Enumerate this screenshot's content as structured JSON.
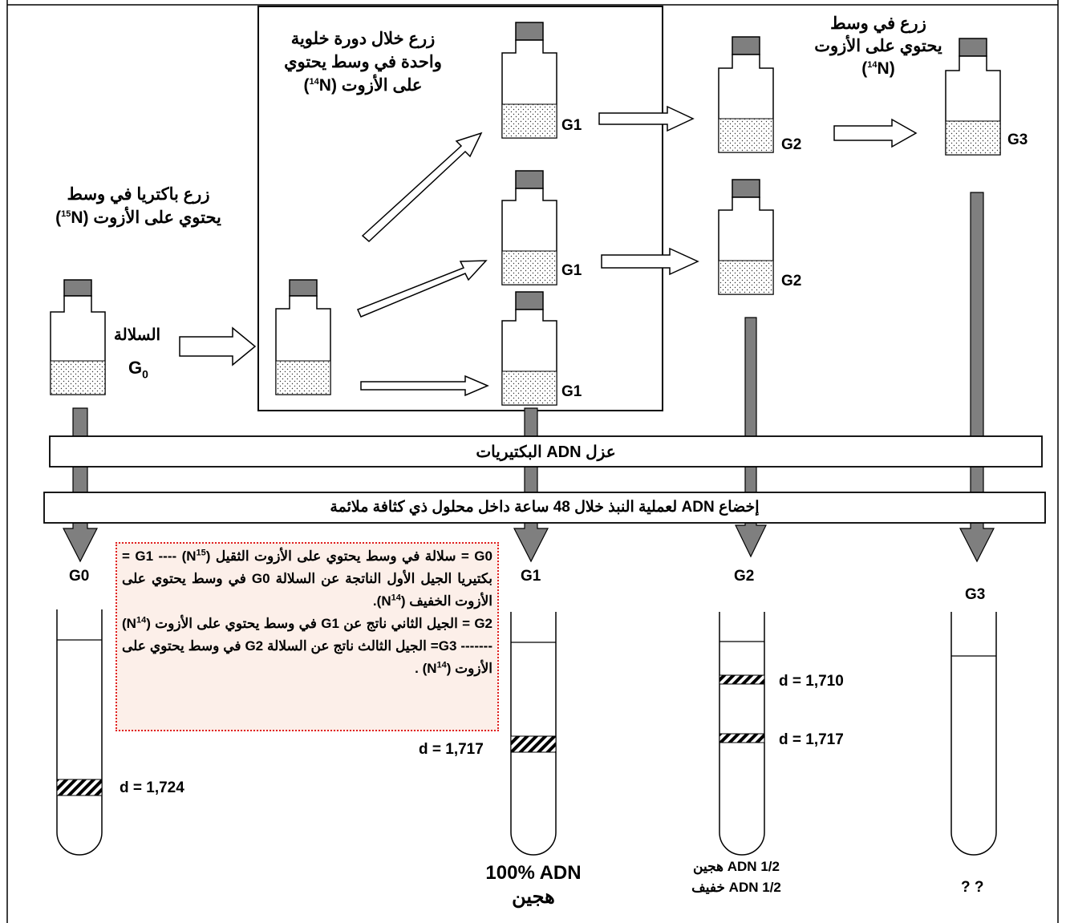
{
  "captions": {
    "start": {
      "line1": "زرع باكتريا في وسط",
      "line2_text": "يحتوي على الأزوت",
      "isotope": "15",
      "element": "N"
    },
    "one_cycle": {
      "line1": "زرع خلال دورة خلوية",
      "line2": "واحدة في وسط يحتوي",
      "line3_text": "على الأزوت",
      "isotope": "14",
      "element": "N"
    },
    "second": {
      "line1": "زرع في وسط",
      "line2": "يحتوي على الأزوت",
      "isotope": "14",
      "element": "N"
    },
    "strain": "السلالة",
    "g0_sub": {
      "main": "G",
      "sub": "0"
    }
  },
  "bottle_labels": {
    "g1": "G1",
    "g2": "G2",
    "g3": "G3"
  },
  "process_bars": {
    "isolation": "عزل ADN البكتيريات",
    "centrifuge": "إخضاع ADN لعملية النبذ خلال 48 ساعة داخل محلول ذي كثافة ملائمة"
  },
  "tube_labels": {
    "g0": "G0",
    "g1": "G1",
    "g2": "G2",
    "g3": "G3"
  },
  "densities": {
    "g0": "d = 1,724",
    "g1": "d = 1,717",
    "g2_upper": "d = 1,710",
    "g2_lower": "d = 1,717"
  },
  "results": {
    "g1_line1": "100% ADN",
    "g1_line2": "هجين",
    "g2_line1": "1/2 ADN هجين",
    "g2_line2": "1/2 ADN خفيف",
    "g3": "? ?"
  },
  "legend": {
    "p1_a": "G0 = سلالة في وسط يحتوي على الأزوت الثقيل (N",
    "p1_iso": "15",
    "p1_b": ") ---- G1 = بكتيريا الجيل الأول الناتجة عن السلالة G0 في وسط يحتوي على الأزوت الخفيف (N",
    "p1_iso2": "14",
    "p1_c": ").",
    "p2_a": "G2 = الجيل الثاني ناتج عن G1 في وسط يحتوي على الأزوت (N",
    "p2_iso": "14",
    "p2_b": ") ------- G3= الجيل الثالث ناتج عن السلالة G2 في وسط يحتوي على الأزوت (N",
    "p2_iso2": "14",
    "p2_c": ") ."
  },
  "colors": {
    "cap": "#7f7f7f",
    "arrow_gray": "#7f7f7f",
    "legend_border": "#e02020",
    "legend_bg": "#fcefe9"
  }
}
